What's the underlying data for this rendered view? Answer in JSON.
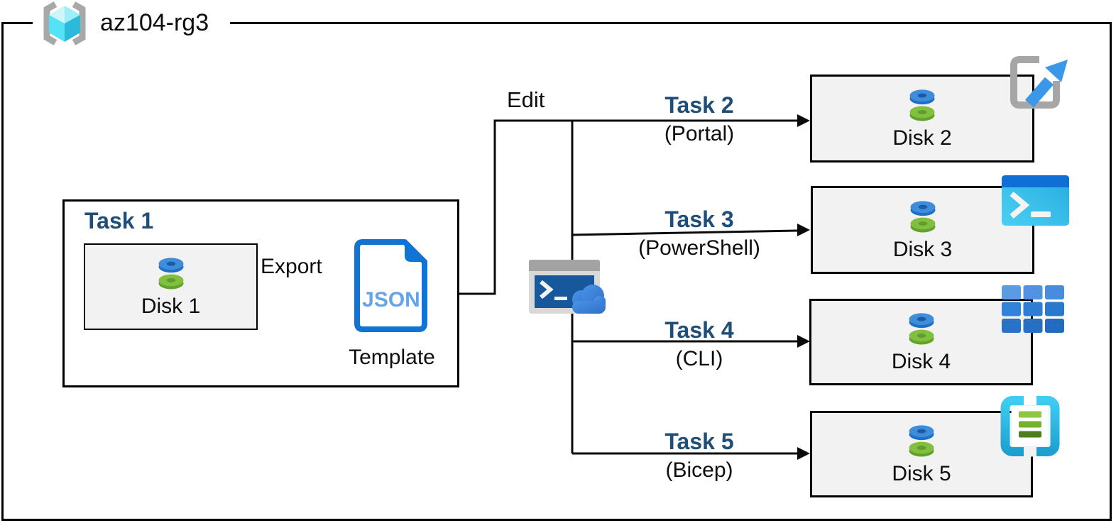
{
  "diagram": {
    "resource_group_name": "az104-rg3",
    "task1": {
      "label": "Task 1",
      "disk_label": "Disk 1",
      "export_label": "Export",
      "template_file_type": "JSON",
      "template_label": "Template"
    },
    "edit_label": "Edit",
    "branches": [
      {
        "task": "Task 2",
        "method": "(Portal)",
        "disk": "Disk 2",
        "icon": "portal-launch-icon"
      },
      {
        "task": "Task 3",
        "method": "(PowerShell)",
        "disk": "Disk 3",
        "icon": "powershell-icon"
      },
      {
        "task": "Task 4",
        "method": "(CLI)",
        "disk": "Disk 4",
        "icon": "cli-icon"
      },
      {
        "task": "Task 5",
        "method": "(Bicep)",
        "disk": "Disk 5",
        "icon": "bicep-template-icon"
      }
    ],
    "colors": {
      "task_heading": "#1F4E79",
      "box_fill": "#F2F2F2",
      "line": "#0A0A0A",
      "disk_blue": "#3F8DDA",
      "disk_green": "#80BF40",
      "json_blue": "#1173D2",
      "cloud_shell_blue": "#17579B",
      "powershell_blue": "#0F6FD6",
      "cyan_accent": "#2DB9E2",
      "gray_accent": "#A6A6A6"
    }
  }
}
